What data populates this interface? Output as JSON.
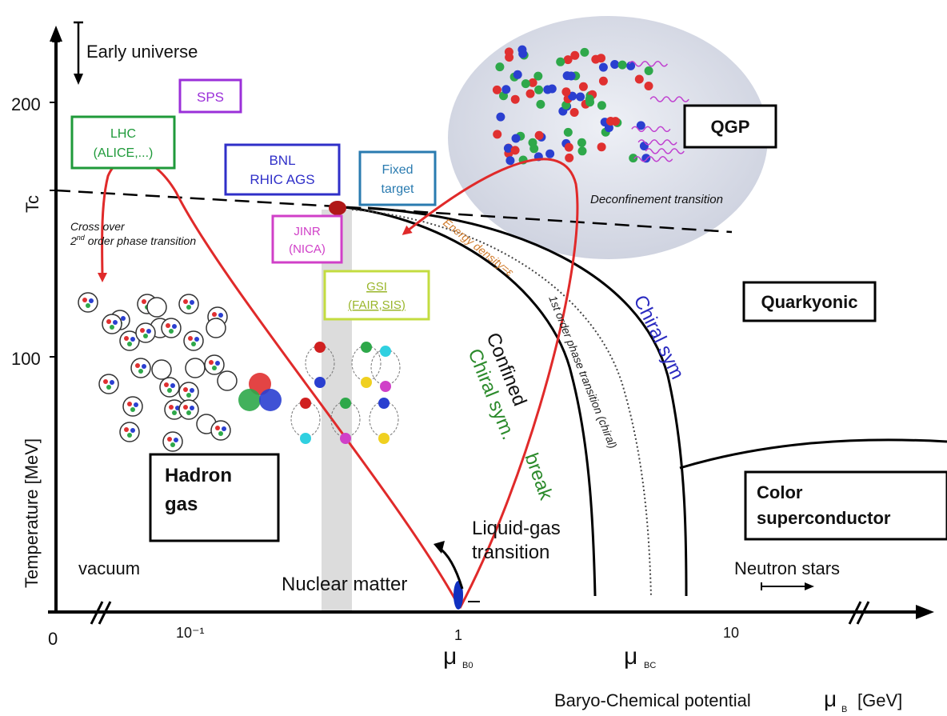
{
  "axes": {
    "y_title": "Temperature [MeV]",
    "y_ticks": [
      {
        "label": "200",
        "value": 200
      },
      {
        "label": "100",
        "value": 100
      }
    ],
    "y_tc": "Tc",
    "x_origin": "0",
    "x_ticks": [
      {
        "label": "10⁻¹",
        "value": 0.1
      },
      {
        "label": "1",
        "value": 1
      },
      {
        "label": "10",
        "value": 10
      }
    ],
    "x_title": "Baryo-Chemical potential",
    "x_symbol": "μ",
    "x_symbol_sub": "B",
    "x_unit": "[GeV]",
    "mu_b0": "μ",
    "mu_b0_sub": "B0",
    "mu_bc": "μ",
    "mu_bc_sub": "BC"
  },
  "labels": {
    "early_universe": "Early universe",
    "crossover_line1": "Cross over",
    "crossover_line2_a": "2",
    "crossover_line2_sup": "nd",
    "crossover_line2_b": " order phase transition",
    "deconfinement": "Deconfinement  transition",
    "energy_density": "Energy density=ε",
    "first_order": "1st order phase transition (chiral)",
    "confined": "Confined",
    "chiral_break_1": "Chiral sym.",
    "chiral_break_2": "break",
    "chiral_sym": "Chiral sym",
    "liquid_gas_1": "Liquid-gas",
    "liquid_gas_2": "transition",
    "nuclear_matter": "Nuclear matter",
    "vacuum": "vacuum",
    "neutron_stars": "Neutron stars"
  },
  "experiments": [
    {
      "name": "sps",
      "lines": [
        "SPS"
      ],
      "color": "#9b30d9"
    },
    {
      "name": "lhc",
      "lines": [
        "LHC",
        "(ALICE,...)"
      ],
      "color": "#1f9a3a"
    },
    {
      "name": "bnl",
      "lines": [
        "BNL",
        "RHIC AGS"
      ],
      "color": "#2f2fc8"
    },
    {
      "name": "fixed-target",
      "lines": [
        "Fixed",
        "target"
      ],
      "color": "#2a7bb0"
    },
    {
      "name": "jinr",
      "lines": [
        "JINR",
        "(NICA)"
      ],
      "color": "#d040c8"
    },
    {
      "name": "gsi",
      "lines": [
        "GSI",
        "(FAIR,SIS)"
      ],
      "color": "#9ab62a"
    }
  ],
  "phases": {
    "qgp": "QGP",
    "quarkyonic": "Quarkyonic",
    "hadron_1": "Hadron",
    "hadron_2": "gas",
    "color_sc_1": "Color",
    "color_sc_2": "superconductor"
  },
  "colors": {
    "arrow_red": "#e02a2a",
    "critical_point": "#b01818",
    "energy_density": "#d07a2a",
    "chiral_break": "#2b8a2b",
    "chiral_sym": "#2a2ac0",
    "nuclear_marker": "#1030c0",
    "gray_band": "#d9d9d9",
    "qgp_blob": "#d8dbe6"
  }
}
